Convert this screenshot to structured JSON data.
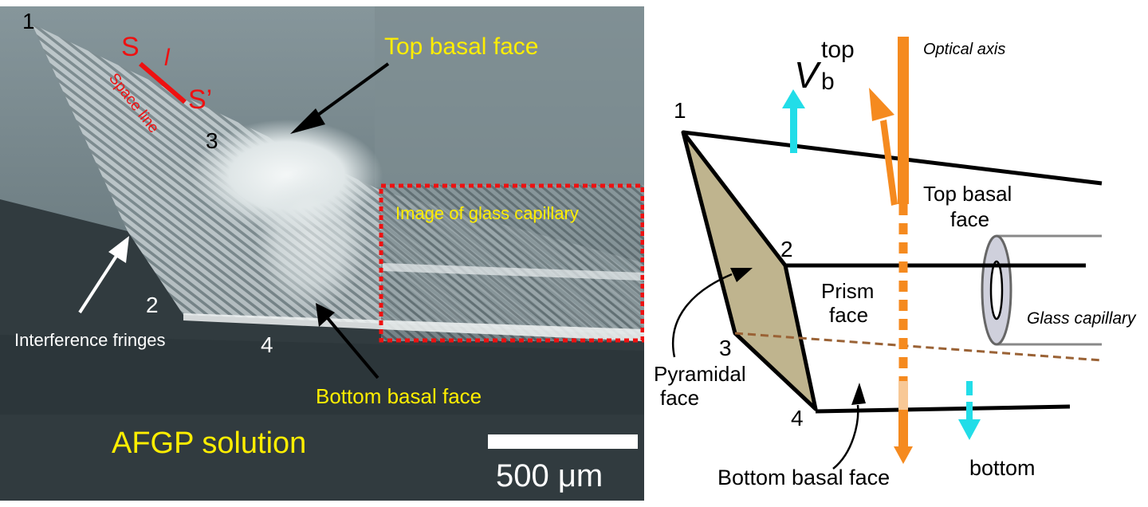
{
  "panel_left": {
    "vertices": [
      "1",
      "2",
      "3",
      "4"
    ],
    "space_line": {
      "s": "S",
      "l": "l",
      "s_prime": "S’",
      "label": "Space line"
    },
    "labels": {
      "top_basal_face": "Top basal face",
      "image_of_glass_capillary": "Image of glass capillary",
      "interference_fringes": "Interference fringes",
      "bottom_basal_face": "Bottom basal face",
      "afgp_solution": "AFGP solution",
      "scale_bar": "500 μm"
    },
    "colors": {
      "text_yellow": "#ffee00",
      "text_red": "#ee1111",
      "text_white": "#ffffff",
      "dashed_box": "#ee1111"
    }
  },
  "panel_right": {
    "vertices": [
      "1",
      "2",
      "3",
      "4"
    ],
    "velocity": {
      "symbol": "V",
      "subscript": "b",
      "superscript": "top"
    },
    "labels": {
      "optical_axis": "Optical axis",
      "top_basal_face_line1": "Top basal",
      "top_basal_face_line2": "face",
      "prism_face_line1": "Prism",
      "prism_face_line2": "face",
      "glass_capillary": "Glass capillary",
      "pyramidal_face_line1": "Pyramidal",
      "pyramidal_face_line2": "face",
      "bottom_basal_face": "Bottom basal face",
      "bottom": "bottom"
    },
    "colors": {
      "cyan": "#22dde8",
      "orange": "#f58a1f",
      "pale_orange": "#f8c896",
      "pyramidal_fill": "#bfb48e",
      "brown_dash": "#9a6235",
      "capillary": "#cfd0dc"
    }
  }
}
